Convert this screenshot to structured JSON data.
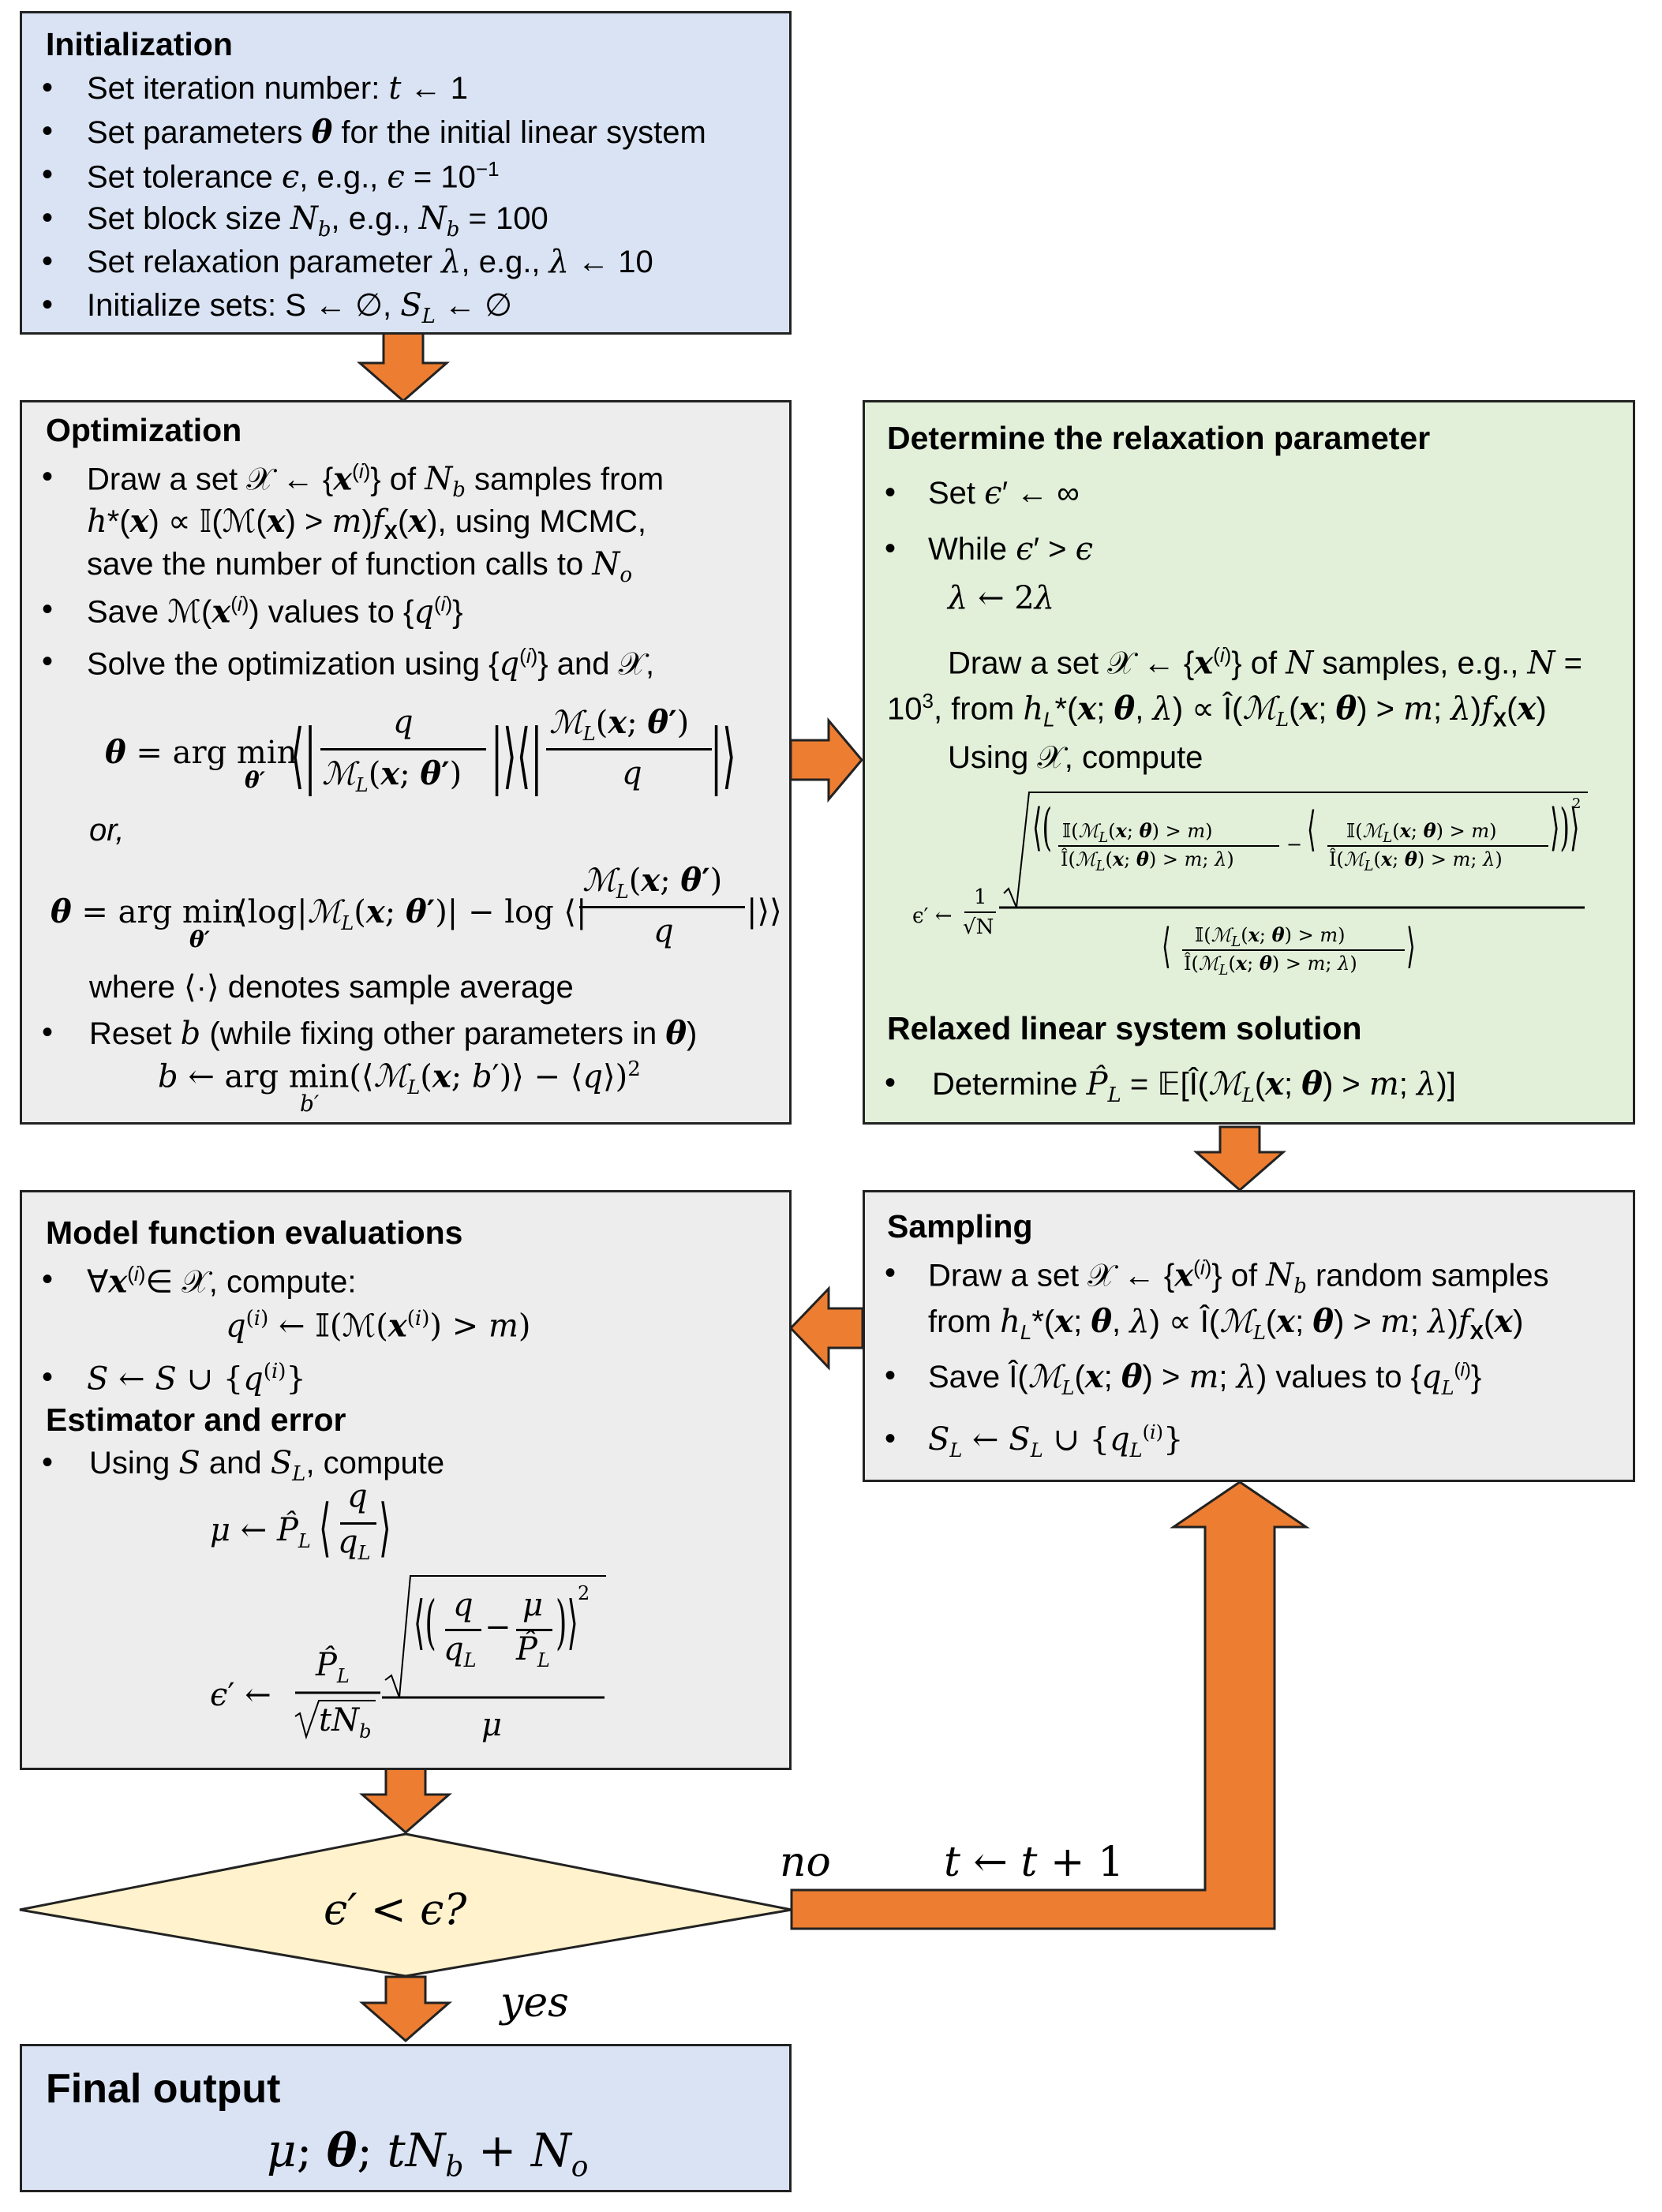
{
  "init": {
    "title": "Initialization",
    "items": [
      "Set iteration number: t ← 1",
      "Set parameters θ for the initial linear system",
      "Set tolerance ϵ, e.g., ϵ = 10⁻¹",
      "Set block size N_b, e.g., N_b = 100",
      "Set relaxation parameter λ, e.g., λ ← 10",
      "Initialize sets: S ← ∅, S_L ← ∅"
    ]
  },
  "opt": {
    "title": "Optimization",
    "b1_l1": "Draw a set 𝒳 ← {x⁽ⁱ⁾} of N_b samples from",
    "b1_l2": "h*(x) ∝ 𝕀(ℳ(x) > m) f_X(x), using MCMC,",
    "b1_l3": "save the number of function calls to N_o",
    "b2": "Save ℳ(x⁽ⁱ⁾) values to {q⁽ⁱ⁾}",
    "b3": "Solve the optimization using {q⁽ⁱ⁾} and 𝒳,",
    "eq1_lhs": "θ = arg min",
    "eq1_sub": "θ′",
    "eq1_body": "⟨| q / ℳ_L(x; θ′) |⟩ ⟨| ℳ_L(x; θ′) / q |⟩",
    "or": "or,",
    "eq2_lhs": "θ = arg min",
    "eq2_sub": "θ′",
    "eq2_body": "⟨log|ℳ_L(x; θ′)| − log ⟨| ℳ_L(x; θ′) / q |⟩⟩",
    "where": "where ⟨·⟩ denotes sample average",
    "b4": "Reset b (while fixing other parameters in θ)",
    "eq3": "b ← arg min(⟨ℳ_L(x; b′)⟩ − ⟨q⟩)²",
    "eq3_sub": "b′"
  },
  "relax": {
    "title": "Determine the relaxation parameter",
    "b1": "Set ϵ′ ← ∞",
    "b2": "While ϵ′ > ϵ",
    "l3": "λ ← 2λ",
    "l4": "Draw a set 𝒳 ← {x⁽ⁱ⁾} of N samples, e.g., N =",
    "l5": "10³, from h*_L(x; θ, λ) ∝ Î(ℳ_L(x; θ) > m; λ) f_X(x)",
    "l6": "Using 𝒳, compute",
    "eq_lhs": "ϵ′ ←",
    "eq_frac_num": "1",
    "eq_frac_den": "√N",
    "eq_num": "√⟨(𝕀(ℳ_L(x; θ) > m) / Î(ℳ_L(x; θ) > m; λ) − ⟨𝕀(ℳ_L(x; θ) > m) / Î(ℳ_L(x; θ) > m; λ)⟩)²⟩",
    "eq_den": "⟨𝕀(ℳ_L(x; θ) > m) / Î(ℳ_L(x; θ) > m; λ)⟩",
    "title2": "Relaxed linear system solution",
    "b3": "Determine P̂_L = 𝔼[Î(ℳ_L(x; θ) > m; λ)]"
  },
  "model": {
    "title": "Model function evaluations",
    "b1": "∀x⁽ⁱ⁾∈ 𝒳, compute:",
    "eq1": "q⁽ⁱ⁾ ← 𝕀(ℳ(x⁽ⁱ⁾) > m)",
    "b2": "S ← S ∪ {q⁽ⁱ⁾}",
    "title2": "Estimator and error",
    "b3": "Using S and S_L, compute",
    "eq2": "μ ← P̂_L ⟨q / q_L⟩",
    "eq3_lhs": "ϵ′ ←",
    "eq3_frac_num": "P̂_L",
    "eq3_frac_den": "√(tN_b)",
    "eq3_num": "√⟨(q / q_L − μ / P̂_L)²⟩",
    "eq3_den": "μ"
  },
  "sampling": {
    "title": "Sampling",
    "b1_l1": "Draw a set 𝒳 ← {x⁽ⁱ⁾} of N_b random samples",
    "b1_l2": "from h*_L(x; θ, λ) ∝ Î(ℳ_L(x; θ) > m; λ) f_X(x)",
    "b2": "Save Î(ℳ_L(x; θ) > m; λ) values to {q_L⁽ⁱ⁾}",
    "b3": "S_L ← S_L ∪ {q_L⁽ⁱ⁾}"
  },
  "decision": {
    "label": "ϵ′ < ϵ?",
    "no": "no",
    "yes": "yes",
    "iter": "t ← t + 1"
  },
  "final": {
    "title": "Final output",
    "value": "μ; θ; tN_b + N_o"
  },
  "colors": {
    "arrow": "#ed7d31",
    "blue": "#dae3f3",
    "gray": "#ededed",
    "green": "#e2efd9",
    "diamond": "#fff2cc"
  }
}
